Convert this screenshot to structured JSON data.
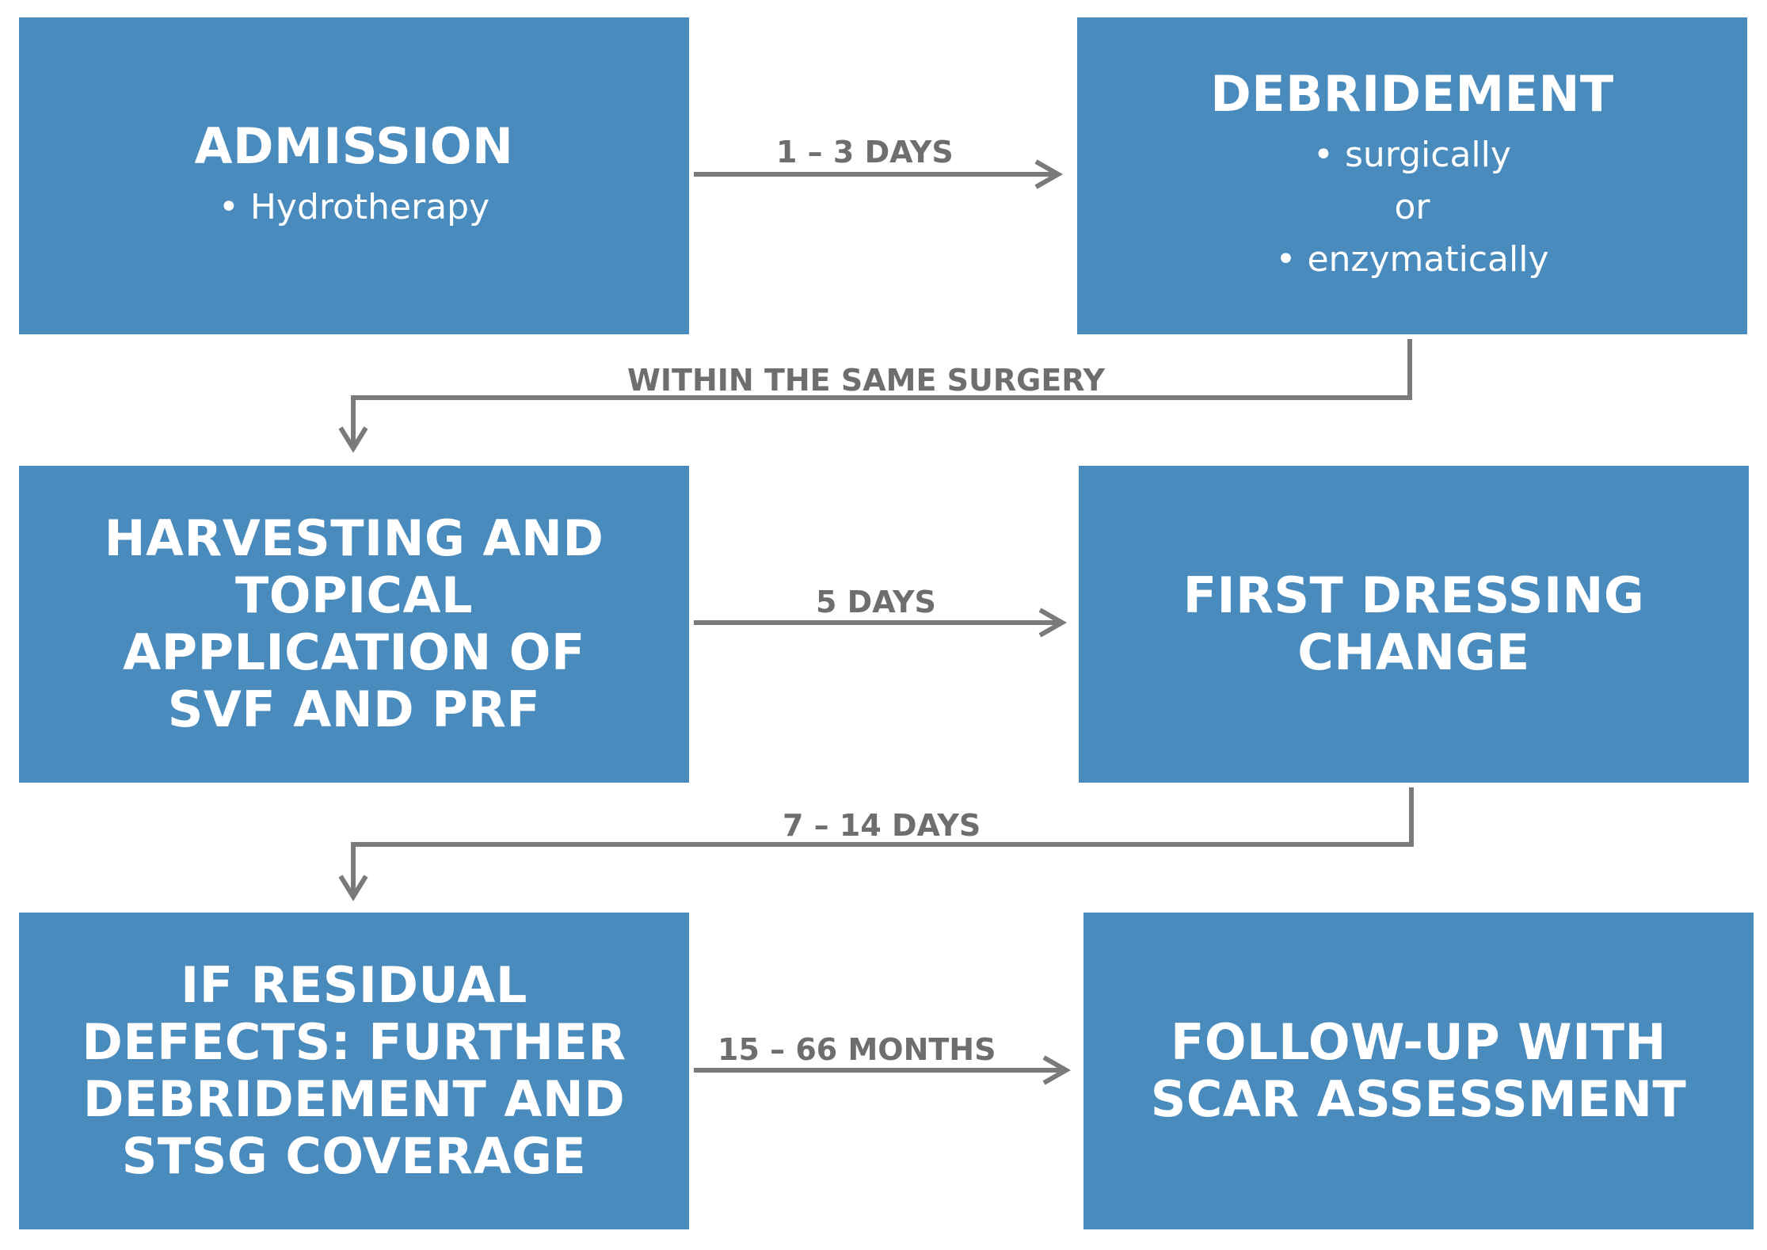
{
  "steps": {
    "admission": {
      "title": "ADMISSION",
      "items": [
        "Hydrotherapy"
      ]
    },
    "debridement": {
      "title": "DEBRIDEMENT",
      "items": [
        "surgically",
        "or",
        "enzymatically"
      ]
    },
    "harvesting": {
      "title": [
        "HARVESTING AND",
        "TOPICAL",
        "APPLICATION OF",
        "SVF AND PRF"
      ]
    },
    "first_dressing": {
      "title": [
        "FIRST DRESSING",
        "CHANGE"
      ]
    },
    "residual": {
      "title": [
        "IF RESIDUAL",
        "DEFECTS: FURTHER",
        "DEBRIDEMENT AND",
        "STSG COVERAGE"
      ]
    },
    "followup": {
      "title": [
        "FOLLOW-UP WITH",
        "SCAR ASSESSMENT"
      ]
    }
  },
  "transitions": {
    "admission_to_debridement": "1 – 3 DAYS",
    "debridement_to_harvesting": "WITHIN THE SAME SURGERY",
    "harvesting_to_dressing": "5 DAYS",
    "dressing_to_residual": "7 – 14 DAYS",
    "residual_to_followup": "15 – 66 MONTHS"
  },
  "colors": {
    "box": "#4a8bbd",
    "arrow": "#7a7a7a",
    "label": "#6e6e6e",
    "text": "#ffffff"
  }
}
